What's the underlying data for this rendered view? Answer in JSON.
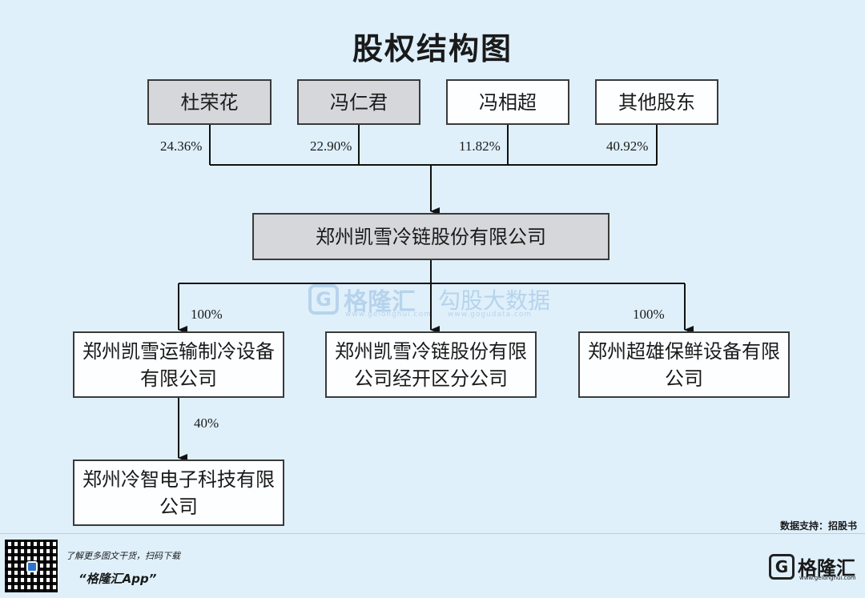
{
  "title": "股权结构图",
  "shareholders": [
    {
      "name": "杜荣花",
      "pct": "24.36%"
    },
    {
      "name": "冯仁君",
      "pct": "22.90%"
    },
    {
      "name": "冯相超",
      "pct": "11.82%"
    },
    {
      "name": "其他股东",
      "pct": "40.92%"
    }
  ],
  "company": "郑州凯雪冷链股份有限公司",
  "subsidiaries": [
    {
      "line1": "郑州凯雪运输制冷设备",
      "line2": "有限公司",
      "pct": "100%"
    },
    {
      "line1": "郑州凯雪冷链股份有限",
      "line2": "公司经开区分公司"
    },
    {
      "line1": "郑州超雄保鲜设备有限",
      "line2": "公司",
      "pct": "100%"
    }
  ],
  "sub_subsidiary": {
    "line1": "郑州冷智电子科技有限",
    "line2": "公司",
    "pct": "40%"
  },
  "watermark": {
    "brand": "格隆汇",
    "brand_sub": "www.gelonghui.com",
    "partner": "勾股大数据",
    "partner_sub": "www.gogudata.com"
  },
  "source": "数据支持：招股书",
  "footer": {
    "note": "了解更多图文干货，扫码下载",
    "app": "“格隆汇App”",
    "brand": "格隆汇",
    "brand_sub": "www.gelonghui.com"
  },
  "icons": {
    "logo": "G"
  }
}
